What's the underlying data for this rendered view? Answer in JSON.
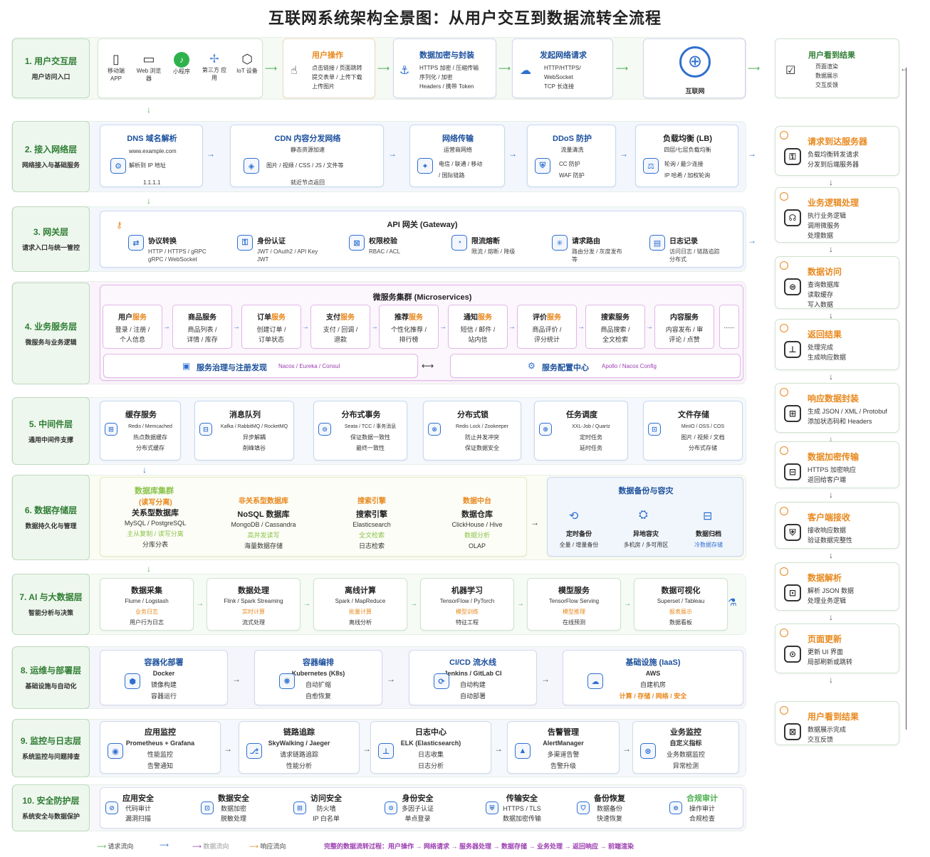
{
  "title": "互联网系统架构全景图：从用户交互到数据流转全流程",
  "layers": [
    {
      "name": "1. 用户交互层",
      "sub": "用户访问入口"
    },
    {
      "name": "2. 接入网络层",
      "sub": "网络接入与基础服务"
    },
    {
      "name": "3. 网关层",
      "sub": "请求入口与统一管控"
    },
    {
      "name": "4. 业务服务层",
      "sub": "微服务与业务逻辑"
    },
    {
      "name": "5. 中间件层",
      "sub": "通用中间件支撑"
    },
    {
      "name": "6. 数据存储层",
      "sub": "数据持久化与管理"
    },
    {
      "name": "7. AI 与大数据层",
      "sub": "智能分析与决策"
    },
    {
      "name": "8. 运维与部署层",
      "sub": "基础设施与自动化"
    },
    {
      "name": "9. 监控与日志层",
      "sub": "系统监控与问题排查"
    },
    {
      "name": "10. 安全防护层",
      "sub": "系统安全与数据保护"
    }
  ],
  "row1": {
    "clients": [
      {
        "icon": "phone-icon",
        "label": "移动端 APP"
      },
      {
        "icon": "monitor-icon",
        "label": "Web 浏览器"
      },
      {
        "icon": "miniapp-icon",
        "label": "小程序"
      },
      {
        "icon": "thirdparty-icon",
        "label": "第三方 应用"
      },
      {
        "icon": "iot-icon",
        "label": "IoT 设备"
      }
    ],
    "steps": [
      {
        "title": "用户操作",
        "lines": [
          "点击链接 / 页面跳转",
          "提交表单 / 上传下载",
          "上传图片"
        ]
      },
      {
        "title": "数据加密与封装",
        "lines": [
          "HTTPS 加密 / 压缩传输",
          "序列化 / 加密",
          "Headers / 携带 Token"
        ]
      },
      {
        "title": "发起网络请求",
        "lines": [
          "HTTP/HTTPS/",
          "WebSocket",
          "TCP 长连接"
        ]
      },
      {
        "title": "互联网",
        "lines": []
      }
    ],
    "result": {
      "title": "用户看到结果",
      "lines": [
        "页面渲染",
        "数据展示",
        "交互反馈"
      ]
    }
  },
  "row2": [
    {
      "title": "DNS 域名解析",
      "lines": [
        "www.example.com",
        "解析到 IP 地址",
        "1.1.1.1"
      ]
    },
    {
      "title": "CDN 内容分发网络",
      "lines": [
        "静态资源加速",
        "图片 / 视频 / CSS / JS / 文件等",
        "就近节点返回"
      ]
    },
    {
      "title": "网络传输",
      "lines": [
        "运营商网络",
        "电信 / 联通 / 移动",
        "/ 国际链路"
      ]
    },
    {
      "title": "DDoS 防护",
      "lines": [
        "流量清洗",
        "CC 防护",
        "WAF 防护"
      ]
    },
    {
      "title": "负载均衡 (LB)",
      "lines": [
        "四层/七层负载均衡",
        "轮询 / 最少连接",
        "IP 哈希 / 加权轮询"
      ]
    }
  ],
  "gateway": {
    "title": "API 网关 (Gateway)",
    "items": [
      {
        "icon": "protocol-icon",
        "title": "协议转换",
        "desc": "HTTP / HTTPS / gRPC\ngRPC / WebSocket"
      },
      {
        "icon": "auth-icon",
        "title": "身份认证",
        "desc": "JWT / OAuth2 / API Key\nJWT"
      },
      {
        "icon": "permission-icon",
        "title": "权限校验",
        "desc": "RBAC / ACL"
      },
      {
        "icon": "ratelimit-icon",
        "title": "限流熔断",
        "desc": "限流 / 熔断 / 降级"
      },
      {
        "icon": "routing-icon",
        "title": "请求路由",
        "desc": "路由分发 / 灰度发布\n等"
      },
      {
        "icon": "log-icon",
        "title": "日志记录",
        "desc": "访问日志 / 链路追踪\n分布式"
      }
    ]
  },
  "micro": {
    "title": "微服务集群 (Microservices)",
    "services": [
      {
        "t": "用户",
        "s": "服务",
        "d": "登录 / 注册 /\n个人信息"
      },
      {
        "t": "商品服务",
        "s": "",
        "d": "商品列表 /\n详情 / 库存"
      },
      {
        "t": "订单",
        "s": "服务",
        "d": "创建订单 /\n订单状态"
      },
      {
        "t": "支付",
        "s": "服务",
        "d": "支付 / 回调 /\n退款"
      },
      {
        "t": "推荐",
        "s": "服务",
        "d": "个性化推荐 /\n排行榜"
      },
      {
        "t": "通知",
        "s": "服务",
        "d": "短信 / 邮件 /\n站内信"
      },
      {
        "t": "评价",
        "s": "服务",
        "d": "商品评价 /\n评分统计"
      },
      {
        "t": "搜索服务",
        "s": "",
        "d": "商品搜索 /\n全文检索"
      },
      {
        "t": "内容服务",
        "s": "",
        "d": "内容发布 / 审\n评论 / 点赞"
      }
    ],
    "more": "......",
    "registry": {
      "t": "服务治理与注册发现",
      "d": "Nacos / Eureka / Consul"
    },
    "config": {
      "t": "服务配置中心",
      "d": "Apollo / Nacos Config"
    }
  },
  "middleware": [
    {
      "title": "缓存服务",
      "lines": [
        "Redis / Memcached",
        "热点数据缓存",
        "分布式缓存"
      ]
    },
    {
      "title": "消息队列",
      "lines": [
        "Kafka / RabbitMQ / RocketMQ",
        "异步解耦",
        "削峰填谷"
      ]
    },
    {
      "title": "分布式事务",
      "lines": [
        "Seata / TCC / 事务消息",
        "保证数据一致性",
        "最终一致性"
      ]
    },
    {
      "title": "分布式锁",
      "lines": [
        "Redis Lock / Zookeeper",
        "防止并发冲突",
        "保证数据安全"
      ]
    },
    {
      "title": "任务调度",
      "lines": [
        "XXL-Job / Quartz",
        "定时任务",
        "延时任务"
      ]
    },
    {
      "title": "文件存储",
      "lines": [
        "MinIO / OSS / COS",
        "图片 / 视频 / 文档",
        "分布式存储"
      ]
    }
  ],
  "storage": {
    "cluster": "数据库集群",
    "clusterSub": "(读写分离)",
    "dbs": [
      {
        "top": "",
        "title": "关系型数据库",
        "lines": [
          "MySQL / PostgreSQL",
          "主从复制 / 读写分离",
          "分库分表"
        ]
      },
      {
        "top": "非关系型数据库",
        "title": "NoSQL 数据库",
        "lines": [
          "MongoDB / Cassandra",
          "高并发读写",
          "海量数据存储"
        ]
      },
      {
        "top": "搜索引擎",
        "title": "搜索引擎",
        "lines": [
          "Elasticsearch",
          "全文检索",
          "日志检索"
        ]
      },
      {
        "top": "数据中台",
        "title": "数据仓库",
        "lines": [
          "ClickHouse / Hive",
          "数据分析",
          "OLAP"
        ]
      }
    ],
    "backup": {
      "title": "数据备份与容灾",
      "items": [
        {
          "t": "定时备份",
          "d": "全量 / 增量备份"
        },
        {
          "t": "异地容灾",
          "d": "多机房 / 多可用区"
        },
        {
          "t": "数据归档",
          "d": "冷数据存储"
        }
      ]
    }
  },
  "ai": [
    {
      "title": "数据采集",
      "lines": [
        "Flume / Logstash",
        "业务日志",
        "用户行为日志"
      ]
    },
    {
      "title": "数据处理",
      "lines": [
        "Flink / Spark Streaming",
        "实时计算",
        "流式处理"
      ]
    },
    {
      "title": "离线计算",
      "lines": [
        "Spark / MapReduce",
        "批量计算",
        "离线分析"
      ]
    },
    {
      "title": "机器学习",
      "lines": [
        "TensorFlow / PyTorch",
        "模型训练",
        "特征工程"
      ]
    },
    {
      "title": "模型服务",
      "lines": [
        "TensorFlow Serving",
        "模型推理",
        "在线预测"
      ]
    },
    {
      "title": "数据可视化",
      "lines": [
        "Superset / Tableau",
        "报表展示",
        "数据看板"
      ]
    }
  ],
  "ops": [
    {
      "title": "容器化部署",
      "lines": [
        "Docker",
        "镜像构建",
        "容器运行"
      ]
    },
    {
      "title": "容器编排",
      "lines": [
        "Kubernetes (K8s)",
        "自动扩缩",
        "自愈恢复"
      ]
    },
    {
      "title": "CI/CD 流水线",
      "lines": [
        "Jenkins / GitLab CI",
        "自动构建",
        "自动部署"
      ]
    },
    {
      "title": "基础设施 (IaaS)",
      "lines": [
        "AWS",
        "自建机房",
        "计算 / 存储 / 网络 / 安全"
      ]
    }
  ],
  "monitor": [
    {
      "title": "应用监控",
      "lines": [
        "Prometheus + Grafana",
        "性能监控",
        "告警通知"
      ]
    },
    {
      "title": "链路追踪",
      "lines": [
        "SkyWalking / Jaeger",
        "请求链路追踪",
        "性能分析"
      ]
    },
    {
      "title": "日志中心",
      "lines": [
        "ELK (Elasticsearch)",
        "日志收集",
        "日志分析"
      ]
    },
    {
      "title": "告警管理",
      "lines": [
        "AlertManager",
        "多渠道告警",
        "告警升级"
      ]
    },
    {
      "title": "业务监控",
      "lines": [
        "自定义指标",
        "业务数据监控",
        "异常检测"
      ]
    }
  ],
  "security": [
    {
      "title": "应用安全",
      "lines": [
        "代码审计",
        "漏洞扫描"
      ]
    },
    {
      "title": "数据安全",
      "lines": [
        "数据加密",
        "脱敏处理"
      ]
    },
    {
      "title": "访问安全",
      "lines": [
        "防火墙",
        "IP 白名单"
      ]
    },
    {
      "title": "身份安全",
      "lines": [
        "多因子认证",
        "单点登录"
      ]
    },
    {
      "title": "传输安全",
      "lines": [
        "HTTPS / TLS",
        "数据加密传输"
      ]
    },
    {
      "title": "备份恢复",
      "lines": [
        "数据备份",
        "快速恢复"
      ]
    },
    {
      "title": "合规审计",
      "lines": [
        "操作审计",
        "合规检查"
      ]
    }
  ],
  "flow": [
    {
      "title": "请求到达服务器",
      "lines": [
        "负载均衡转发请求",
        "分发到后端服务器"
      ]
    },
    {
      "title": "业务逻辑处理",
      "lines": [
        "执行业务逻辑",
        "调用微服务",
        "处理数据"
      ]
    },
    {
      "title": "数据访问",
      "lines": [
        "查询数据库",
        "读取缓存",
        "写入数据"
      ]
    },
    {
      "title": "返回结果",
      "lines": [
        "处理完成",
        "生成响应数据"
      ]
    },
    {
      "title": "响应数据封装",
      "lines": [
        "生成 JSON / XML / Protobuf",
        "添加状态码和 Headers"
      ]
    },
    {
      "title": "数据加密传输",
      "lines": [
        "HTTPS 加密响应",
        "返回给客户端"
      ]
    },
    {
      "title": "客户端接收",
      "lines": [
        "接收响应数据",
        "验证数据完整性"
      ]
    },
    {
      "title": "数据解析",
      "lines": [
        "解析 JSON 数据",
        "处理业务逻辑"
      ]
    },
    {
      "title": "页面更新",
      "lines": [
        "更新 UI 界面",
        "局部刷新或跳转"
      ]
    },
    {
      "title": "用户看到结果",
      "lines": [
        "数据展示完成",
        "交互反馈"
      ]
    }
  ],
  "legend": {
    "a": "请求流向",
    "b": "数据流向",
    "c": "响应流向",
    "flowText": "完整的数据流转过程：用户操作 → 网络请求 → 服务器处理 → 数据存储 → 业务处理 → 返回响应 → 前端渲染"
  }
}
